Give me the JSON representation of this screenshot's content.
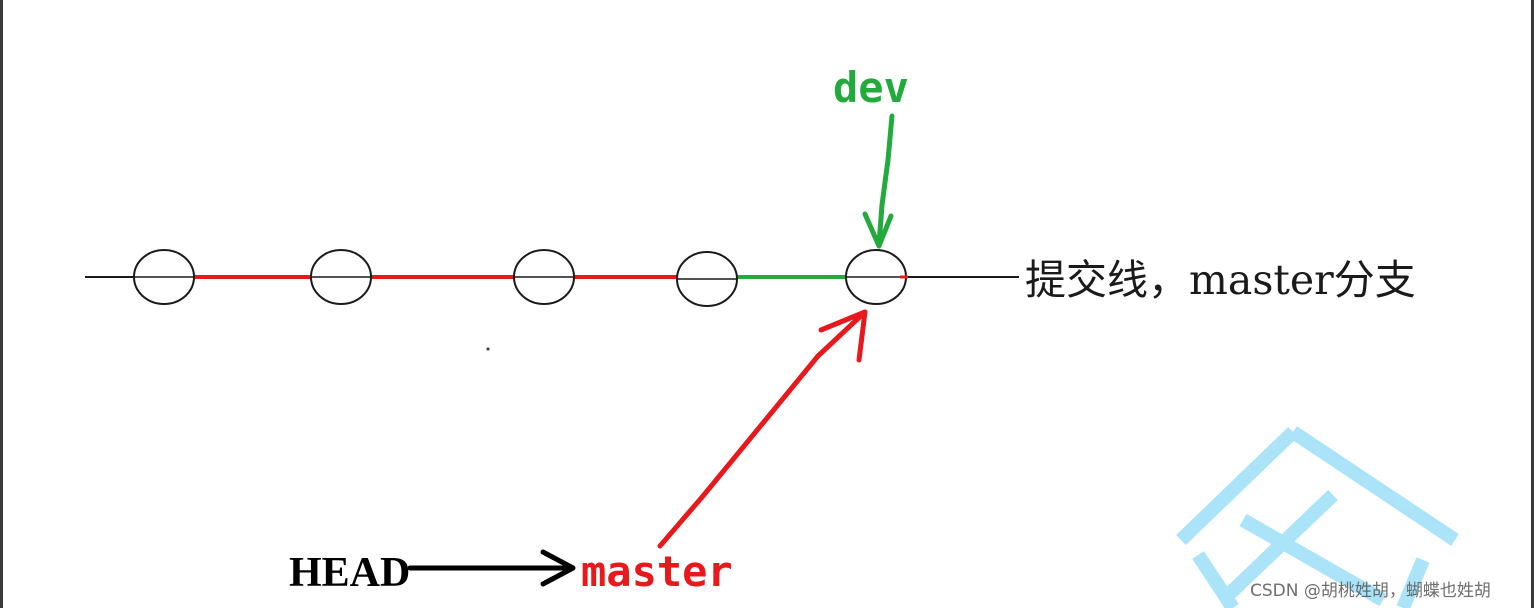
{
  "diagram": {
    "labels": {
      "dev": "dev",
      "commit_line": "提交线，master分支",
      "head": "HEAD",
      "master": "master"
    },
    "commits": 5,
    "colors": {
      "line": "#1a1a1a",
      "master_path": "#e8191c",
      "dev_path": "#22aa3c",
      "watermark_logo": "#7fd6f5"
    }
  },
  "watermark": {
    "text": "CSDN @胡桃姓胡，蝴蝶也姓胡"
  }
}
